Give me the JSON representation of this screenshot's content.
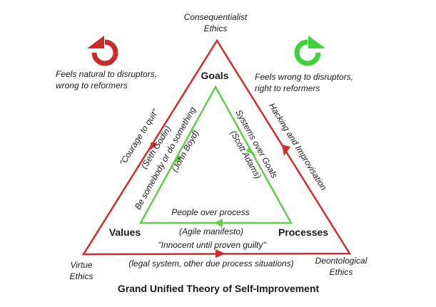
{
  "title": "Grand Unified Theory of Self-Improvement",
  "outer_vertices": {
    "top": {
      "line1": "Consequentialist",
      "line2": "Ethics"
    },
    "left": {
      "line1": "Virtue",
      "line2": "Ethics"
    },
    "right": {
      "line1": "Deontological",
      "line2": "Ethics"
    }
  },
  "inner_vertices": {
    "top": "Goals",
    "left": "Values",
    "right": "Processes"
  },
  "left_side": {
    "label_outer": "\"Courage to quit\"",
    "label_outer_source": "(Seth Godin)",
    "label_inner": "Be somebody or do something",
    "label_inner_source": "(John Boyd)"
  },
  "right_side": {
    "label_inner": "Systems over Goals",
    "label_inner_source": "(Scott Adams)",
    "label_outer": "Hacking and Improvisation"
  },
  "bottom_side": {
    "label_inner": "People over process",
    "label_inner_source": "(Agile manifesto)",
    "label_outer": "\"Innocent until proven guilty\"",
    "label_outer_source": "(legal system, other due process situations)"
  },
  "left_note": {
    "line1": "Feels natural to disruptors,",
    "line2": "wrong to reformers"
  },
  "right_note": {
    "line1": "Feels wrong to disruptors,",
    "line2": "right to reformers"
  },
  "colors": {
    "outer": "#cf2d2d",
    "inner": "#5ecf46",
    "counterclockwise_icon": "#cc2a2a",
    "clockwise_icon": "#3fd23a"
  },
  "icons": {
    "left": "counterclockwise-arrow-icon",
    "right": "clockwise-arrow-icon"
  }
}
